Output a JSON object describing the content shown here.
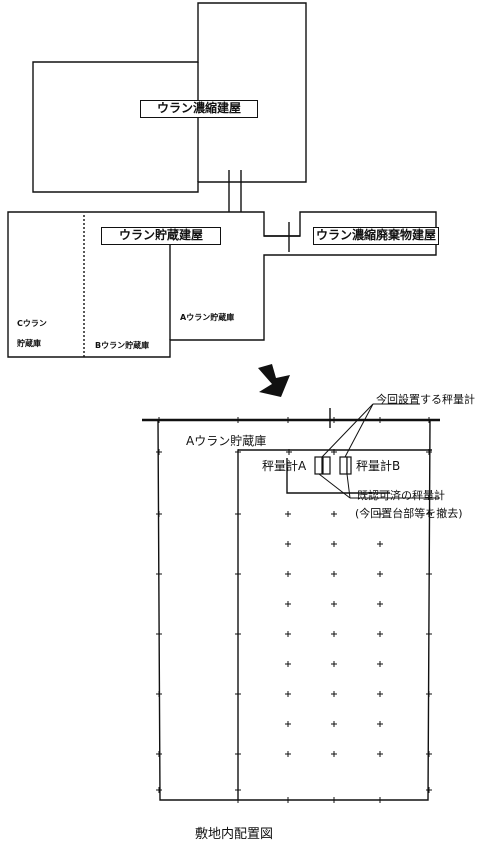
{
  "top_plan": {
    "enrichment_building": "ウラン濃縮建屋",
    "storage_building": "ウラン貯蔵建屋",
    "waste_building": "ウラン濃縮廃棄物建屋",
    "c_storage_line1": "Cウラン",
    "c_storage_line2": "貯蔵庫",
    "b_storage": "Bウラン貯蔵庫",
    "a_storage": "Aウラン貯蔵庫"
  },
  "detail_plan": {
    "a_storage": "Aウラン貯蔵庫",
    "scale_a": "秤量計A",
    "scale_b": "秤量計B",
    "new_scales_note": "今回設置する秤量計",
    "existing_scales_note": "既認可済の秤量計",
    "existing_scales_sub": "(今回置台部等を撤去)"
  },
  "caption": "敷地内配置図"
}
